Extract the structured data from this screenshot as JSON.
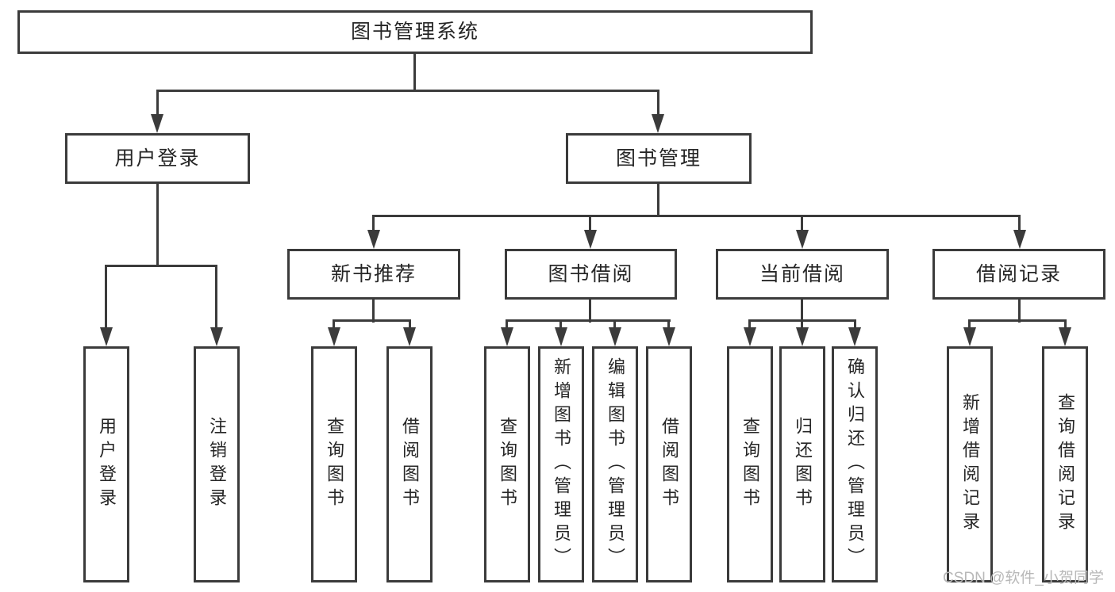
{
  "diagram": {
    "root": {
      "label": "图书管理系统"
    },
    "level2": [
      {
        "label": "用户登录"
      },
      {
        "label": "图书管理"
      }
    ],
    "level3": [
      {
        "label": "新书推荐"
      },
      {
        "label": "图书借阅"
      },
      {
        "label": "当前借阅"
      },
      {
        "label": "借阅记录"
      }
    ],
    "leaves": [
      {
        "label": "用户登录"
      },
      {
        "label": "注销登录"
      },
      {
        "label": "查询图书"
      },
      {
        "label": "借阅图书"
      },
      {
        "label": "查询图书"
      },
      {
        "label": "新增图书（管理员）"
      },
      {
        "label": "编辑图书（管理员）"
      },
      {
        "label": "借阅图书"
      },
      {
        "label": "查询图书"
      },
      {
        "label": "归还图书"
      },
      {
        "label": "确认归还（管理员）"
      },
      {
        "label": "新增借阅记录"
      },
      {
        "label": "查询借阅记录"
      }
    ]
  },
  "watermark": {
    "text": "CSDN @软件_小贺同学"
  },
  "colors": {
    "line": "#3b3b3b",
    "text": "#262626",
    "watermark": "#b8b8b8",
    "background": "#ffffff"
  }
}
